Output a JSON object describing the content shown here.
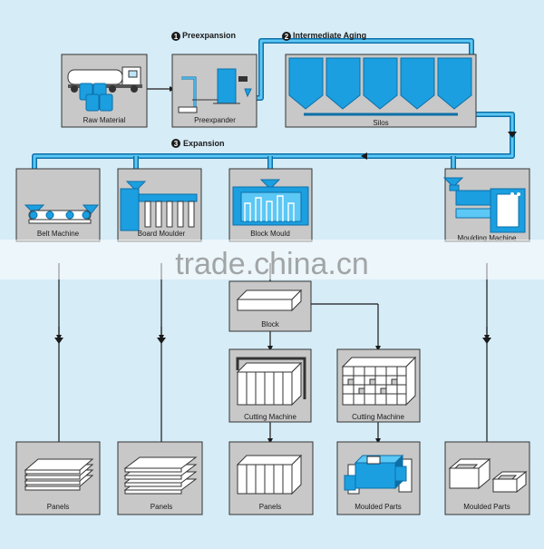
{
  "steps": {
    "step1": {
      "num": "1",
      "label": "Preexpansion"
    },
    "step2": {
      "num": "2",
      "label": "Intermediate Aging"
    },
    "step3": {
      "num": "3",
      "label": "Expansion"
    }
  },
  "boxes": {
    "raw_material": "Raw Material",
    "preexpander": "Preexpander",
    "silos": "Silos",
    "belt_machine": "Belt Machine",
    "board_moulder": "Board Moulder",
    "block_mould": "Block Mould",
    "moulding_machine": "Moulding Machine",
    "block": "Block",
    "cutting_machine_1": "Cutting Machine",
    "cutting_machine_2": "Cutting Machine",
    "panels_1": "Panels",
    "panels_2": "Panels",
    "panels_3": "Panels",
    "moulded_parts_1": "Moulded Parts",
    "moulded_parts_2": "Moulded Parts"
  },
  "watermark": "trade.china.cn",
  "colors": {
    "background": "#d6ecf7",
    "box_fill": "#c8c8c8",
    "accent_blue": "#1b9fe0",
    "dark_blue": "#0d6fa8",
    "line": "#1a1a1a"
  }
}
